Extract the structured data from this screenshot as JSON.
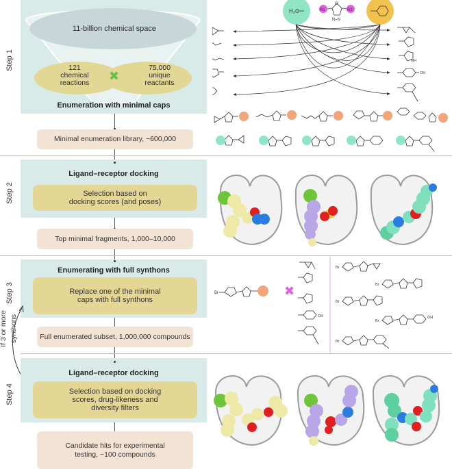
{
  "steps": [
    {
      "label": "Step 1",
      "funnel_top": "11-billion chemical space",
      "left_ellipse": [
        "121",
        "chemical",
        "reactions"
      ],
      "right_ellipse": [
        "75,000",
        "unique",
        "reactants"
      ],
      "heading": "Enumeration with minimal caps",
      "result": "Minimal enumeration library, ~600,000"
    },
    {
      "label": "Step 2",
      "heading": "Ligand–receptor docking",
      "selection": [
        "Selection based on",
        "docking scores (and poses)"
      ],
      "result": "Top minimal fragments, 1,000–10,000"
    },
    {
      "label": "Step 3",
      "heading": "Enumerating with full synthons",
      "selection": [
        "Replace one of the minimal",
        "caps with full synthons"
      ],
      "result": "Full enumerated subset, 1,000,000 compounds"
    },
    {
      "label": "Step 4",
      "heading": "Ligand–receptor docking",
      "selection": [
        "Selection based on docking",
        "scores, drug-likeness and",
        "diversity filters"
      ],
      "result": [
        "Candidate hits for experimental",
        "testing, ~100 compounds"
      ]
    }
  ],
  "loop_label": [
    "If 3 or more",
    "synthons"
  ],
  "scaffold": {
    "left_cap_text": "H₃C",
    "r1": "R1",
    "r2": "R2",
    "ring_o": "O",
    "ring_n": "N–N",
    "left_cap_color": "#8ee6c4",
    "right_cap_color": "#f2c24e",
    "r_color": "#e060e0"
  },
  "step1_left_reactants": [
    "cyclopropyl",
    "propyl",
    "methoxyethyl",
    "5-bromothiophen-2-yl",
    "1-(pyrimidin-2-yl)piperidin-4-yl"
  ],
  "step1_right_reactants": [
    "2-methylcyclopropyl",
    "pyrrol-2-yl",
    "pyrrol-3-yl",
    "4-hydroxyphenyl",
    "6-ethynylpyridin-2-yl"
  ],
  "labels": {
    "br": "Br",
    "oh": "OH",
    "nh": "NH",
    "s": "S",
    "n": "N"
  },
  "docking_colors": {
    "ligand_1": "#efe9a8",
    "ligand_2": "#b9a6e6",
    "ligand_3": "#7fe0bd",
    "halogen": "#6fc53a",
    "oxygen": "#e02020",
    "nitrogen": "#2a7de0",
    "sulfur": "#e6d23a"
  },
  "multiply_symbol": "✖",
  "multiply_colors": {
    "step1": "#6abf4b",
    "step3": "#e35fe0"
  }
}
